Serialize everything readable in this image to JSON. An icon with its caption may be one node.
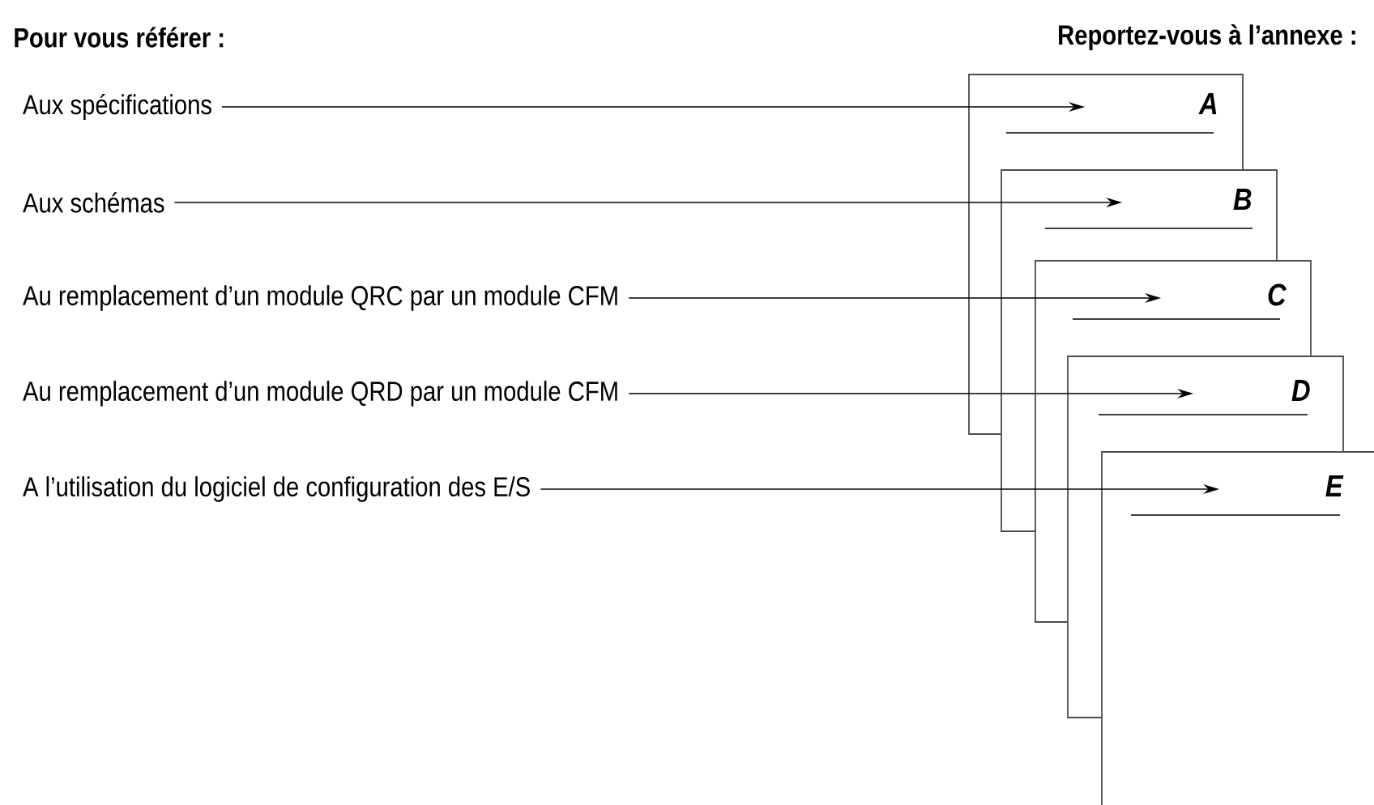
{
  "diagram": {
    "nodes": [
      {
        "text": [
          "Aux spécifications"
        ]
      },
      {
        "text": [
          "Aux schémas"
        ]
      },
      {
        "text": [
          "Au remplacement d’un module QRC par un module CFM"
        ]
      },
      {
        "text": [
          "Au remplacement d’un module QRD par un module CFM"
        ]
      },
      {
        "text": [
          "A l’utilisation du logiciel de configuration des E/S"
        ]
      },
      {
        "text": [
          "A"
        ]
      },
      {
        "text": [
          "B"
        ]
      },
      {
        "text": [
          "C"
        ]
      },
      {
        "text": [
          "D"
        ]
      },
      {
        "text": [
          "E"
        ]
      }
    ],
    "edges": [
      {
        "from": 0,
        "to": 5,
        "arrow": "to"
      },
      {
        "from": 1,
        "to": 6,
        "arrow": "to"
      },
      {
        "from": 2,
        "to": 7,
        "arrow": "to"
      },
      {
        "from": 3,
        "to": 8,
        "arrow": "to"
      },
      {
        "from": 4,
        "to": 9,
        "arrow": "to"
      }
    ],
    "labels": [
      "Pour vous référer :",
      "Reportez-vous à l’annexe :"
    ]
  }
}
